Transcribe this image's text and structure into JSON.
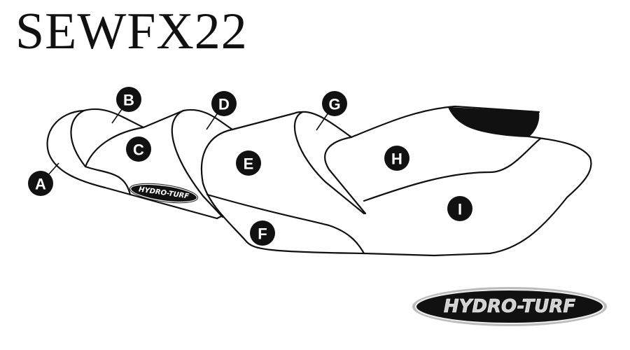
{
  "title": "SEWFX22",
  "panel_labels": [
    "A",
    "B",
    "C",
    "D",
    "E",
    "F",
    "G",
    "H",
    "I"
  ],
  "logo_text": "HYDRO-TURF",
  "colors": {
    "ink": "#111111",
    "logo_silver": "#c8c8c8"
  }
}
